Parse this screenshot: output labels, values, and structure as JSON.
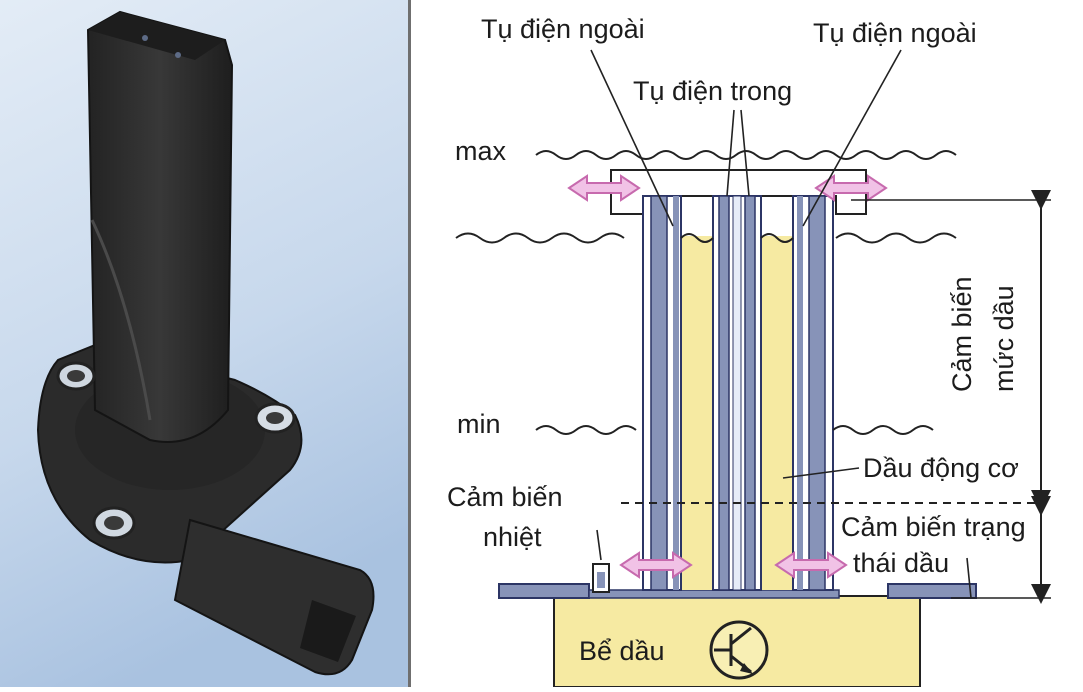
{
  "photo": {
    "subject": "oil-level-sensor-photo",
    "colors": {
      "bg_top": "#dce8f4",
      "bg_bottom": "#aec6e2",
      "body": "#2a2a2a"
    }
  },
  "diagram": {
    "labels": {
      "outer_capacitor_left": "Tụ điện ngoài",
      "outer_capacitor_right": "Tụ điện ngoài",
      "inner_capacitor": "Tụ điện trong",
      "max": "max",
      "min": "min",
      "level_sensor_line1": "Cảm biến",
      "level_sensor_line2": "mức dầu",
      "engine_oil": "Dầu động cơ",
      "temp_sensor_line1": "Cảm biến",
      "temp_sensor_line2": "nhiệt",
      "condition_sensor_line1": "Cảm biến trạng",
      "condition_sensor_line2": "thái dầu",
      "oil_pan": "Bể dầu"
    },
    "colors": {
      "oil": "#f6eaa2",
      "tube_fill": "#e6ecf8",
      "tube_stroke": "#3a4a8a",
      "plate": "#8793b8",
      "arrow": "#e7a6d6",
      "line": "#222222"
    }
  }
}
